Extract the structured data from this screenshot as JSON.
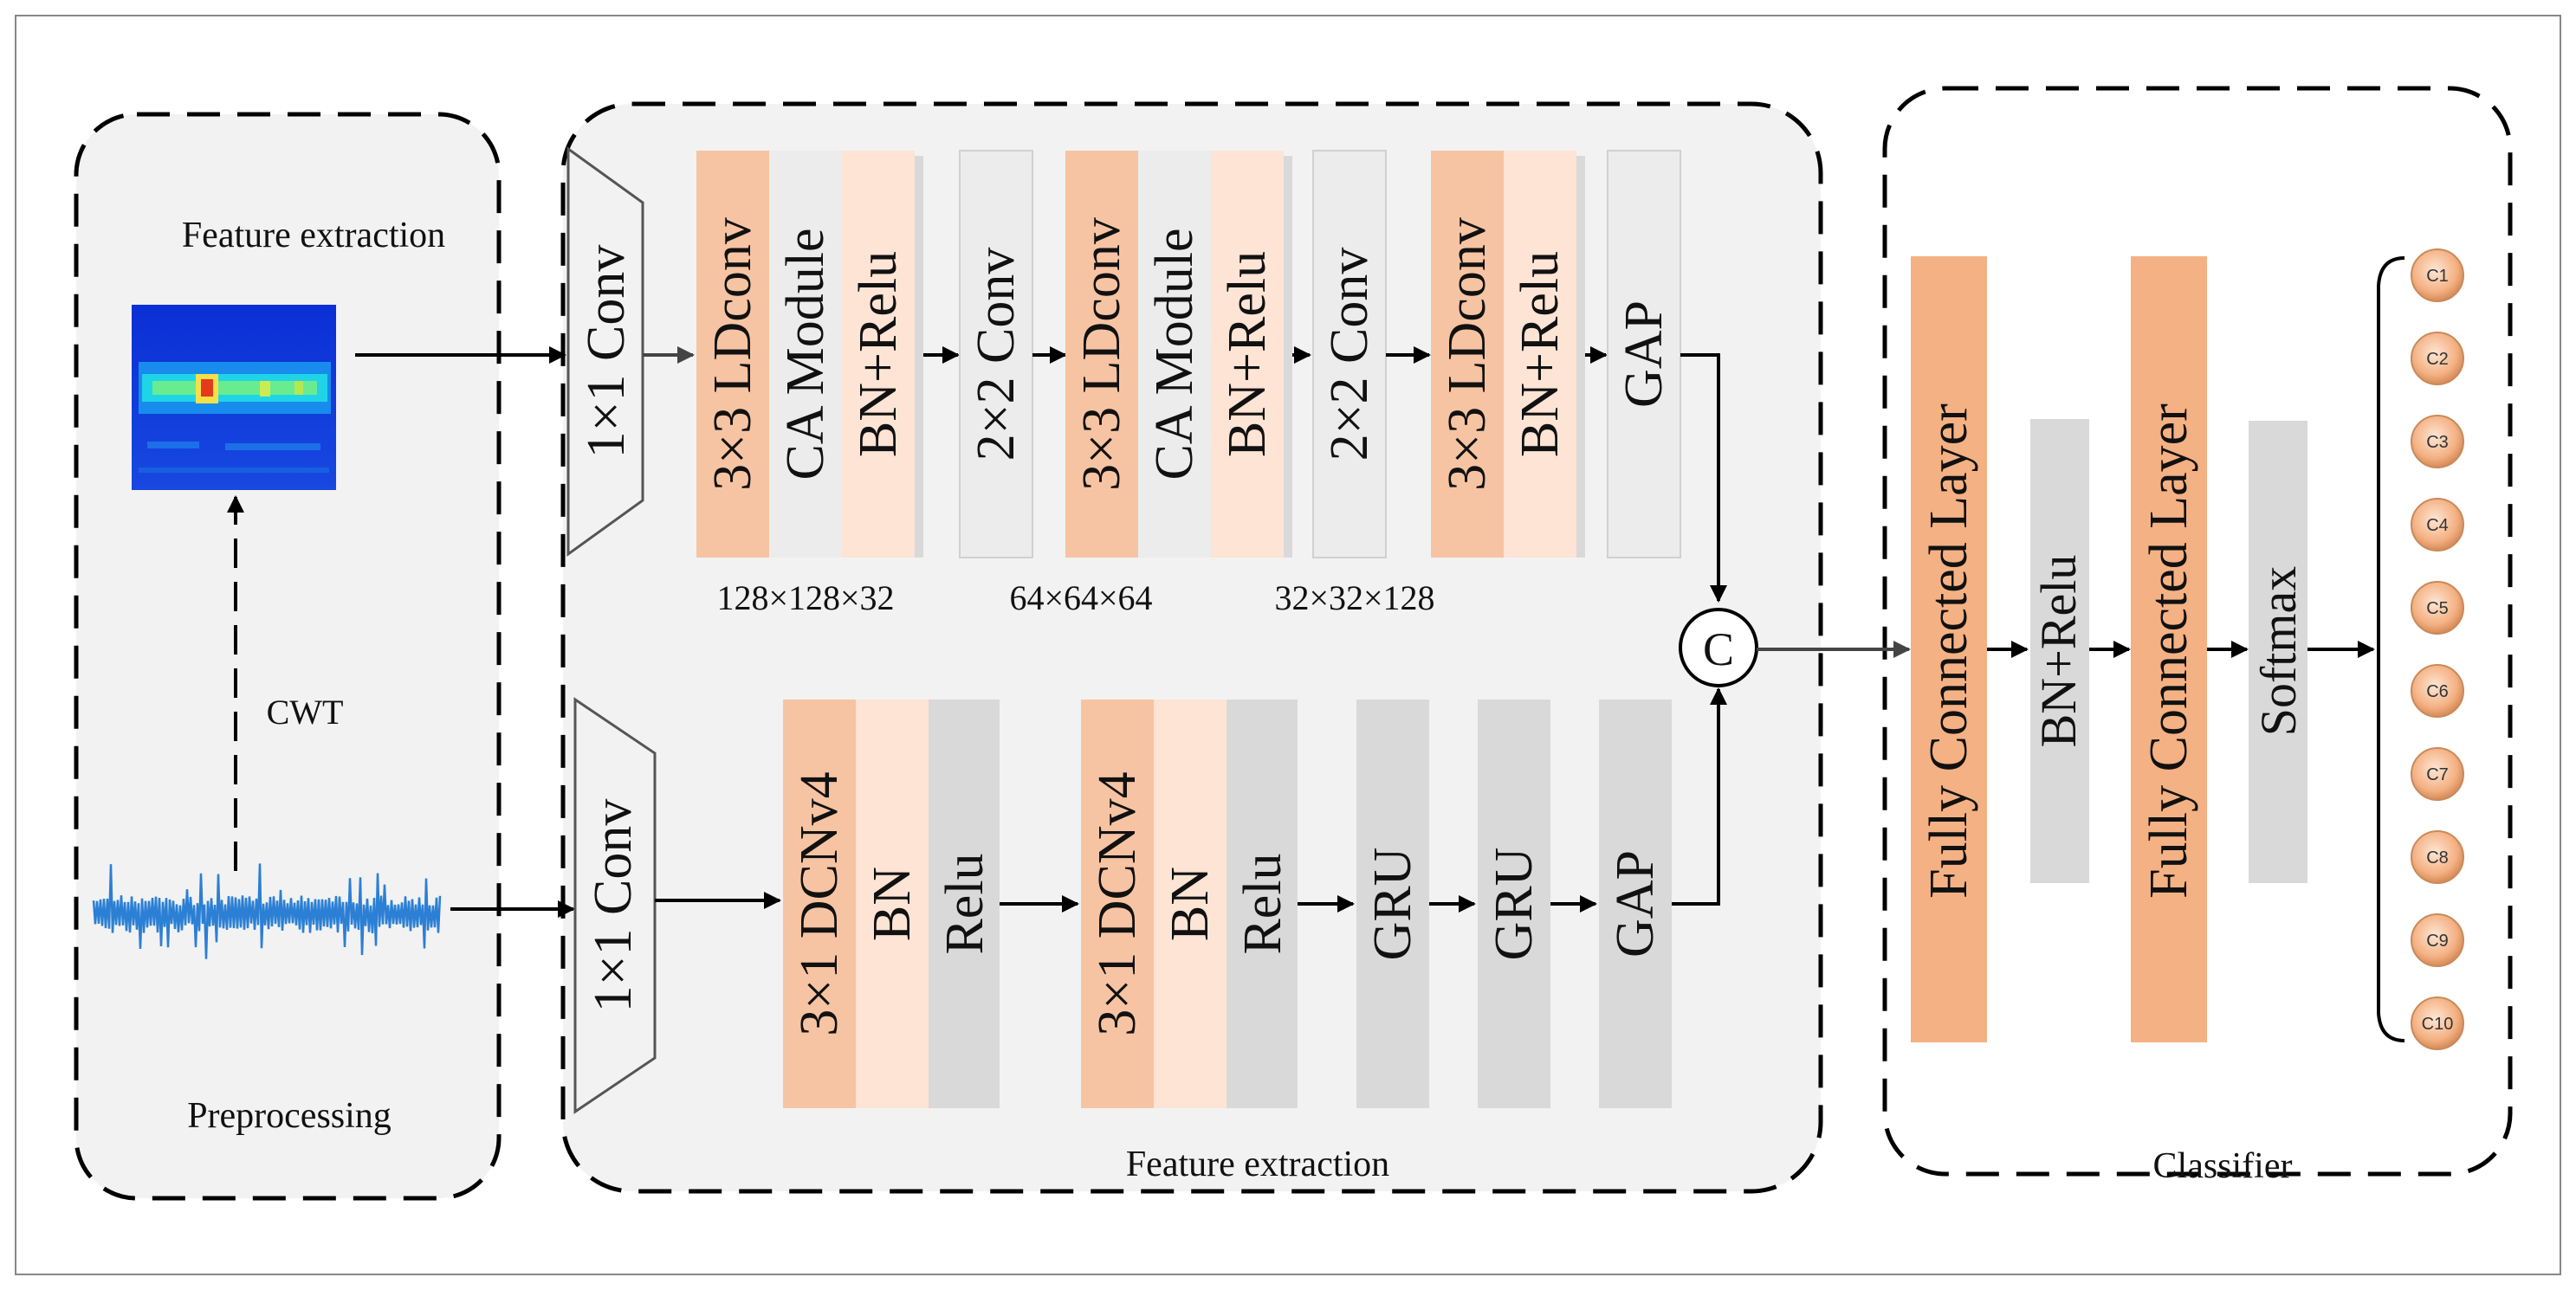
{
  "colors": {
    "orange_dark": "#f6c4a3",
    "orange_light": "#fde4d4",
    "gray_light": "#ececec",
    "gray_mid": "#d9d9d9",
    "fc_orange": "#f4b183",
    "panel_bg": "#f2f2f2"
  },
  "preprocessing": {
    "title_top": "Feature extraction",
    "cwt_label": "CWT",
    "title_bottom": "Preprocessing"
  },
  "feature_extraction": {
    "caption": "Feature extraction",
    "top_branch": {
      "input_conv": "1×1 Conv",
      "blocks": [
        [
          "3×3 LDconv",
          "CA Module",
          "BN+Relu"
        ],
        [
          "2×2 Conv"
        ],
        [
          "3×3 LDconv",
          "CA Module",
          "BN+Relu"
        ],
        [
          "2×2 Conv"
        ],
        [
          "3×3 LDconv",
          "BN+Relu"
        ],
        [
          "GAP"
        ]
      ],
      "dims": [
        "128×128×32",
        "64×64×64",
        "32×32×128"
      ]
    },
    "bottom_branch": {
      "input_conv": "1×1 Conv",
      "blocks": [
        [
          "3×1 DCNv4",
          "BN",
          "Relu"
        ],
        [
          "3×1 DCNv4",
          "BN",
          "Relu"
        ],
        [
          "GRU"
        ],
        [
          "GRU"
        ],
        [
          "GAP"
        ]
      ]
    },
    "concat_symbol": "C"
  },
  "classifier": {
    "caption": "Classifier",
    "layers": [
      "Fully Connected Layer",
      "BN+Relu",
      "Fully Connected Layer",
      "Softmax"
    ],
    "classes": [
      "C1",
      "C2",
      "C3",
      "C4",
      "C5",
      "C6",
      "C7",
      "C8",
      "C9",
      "C10"
    ]
  }
}
